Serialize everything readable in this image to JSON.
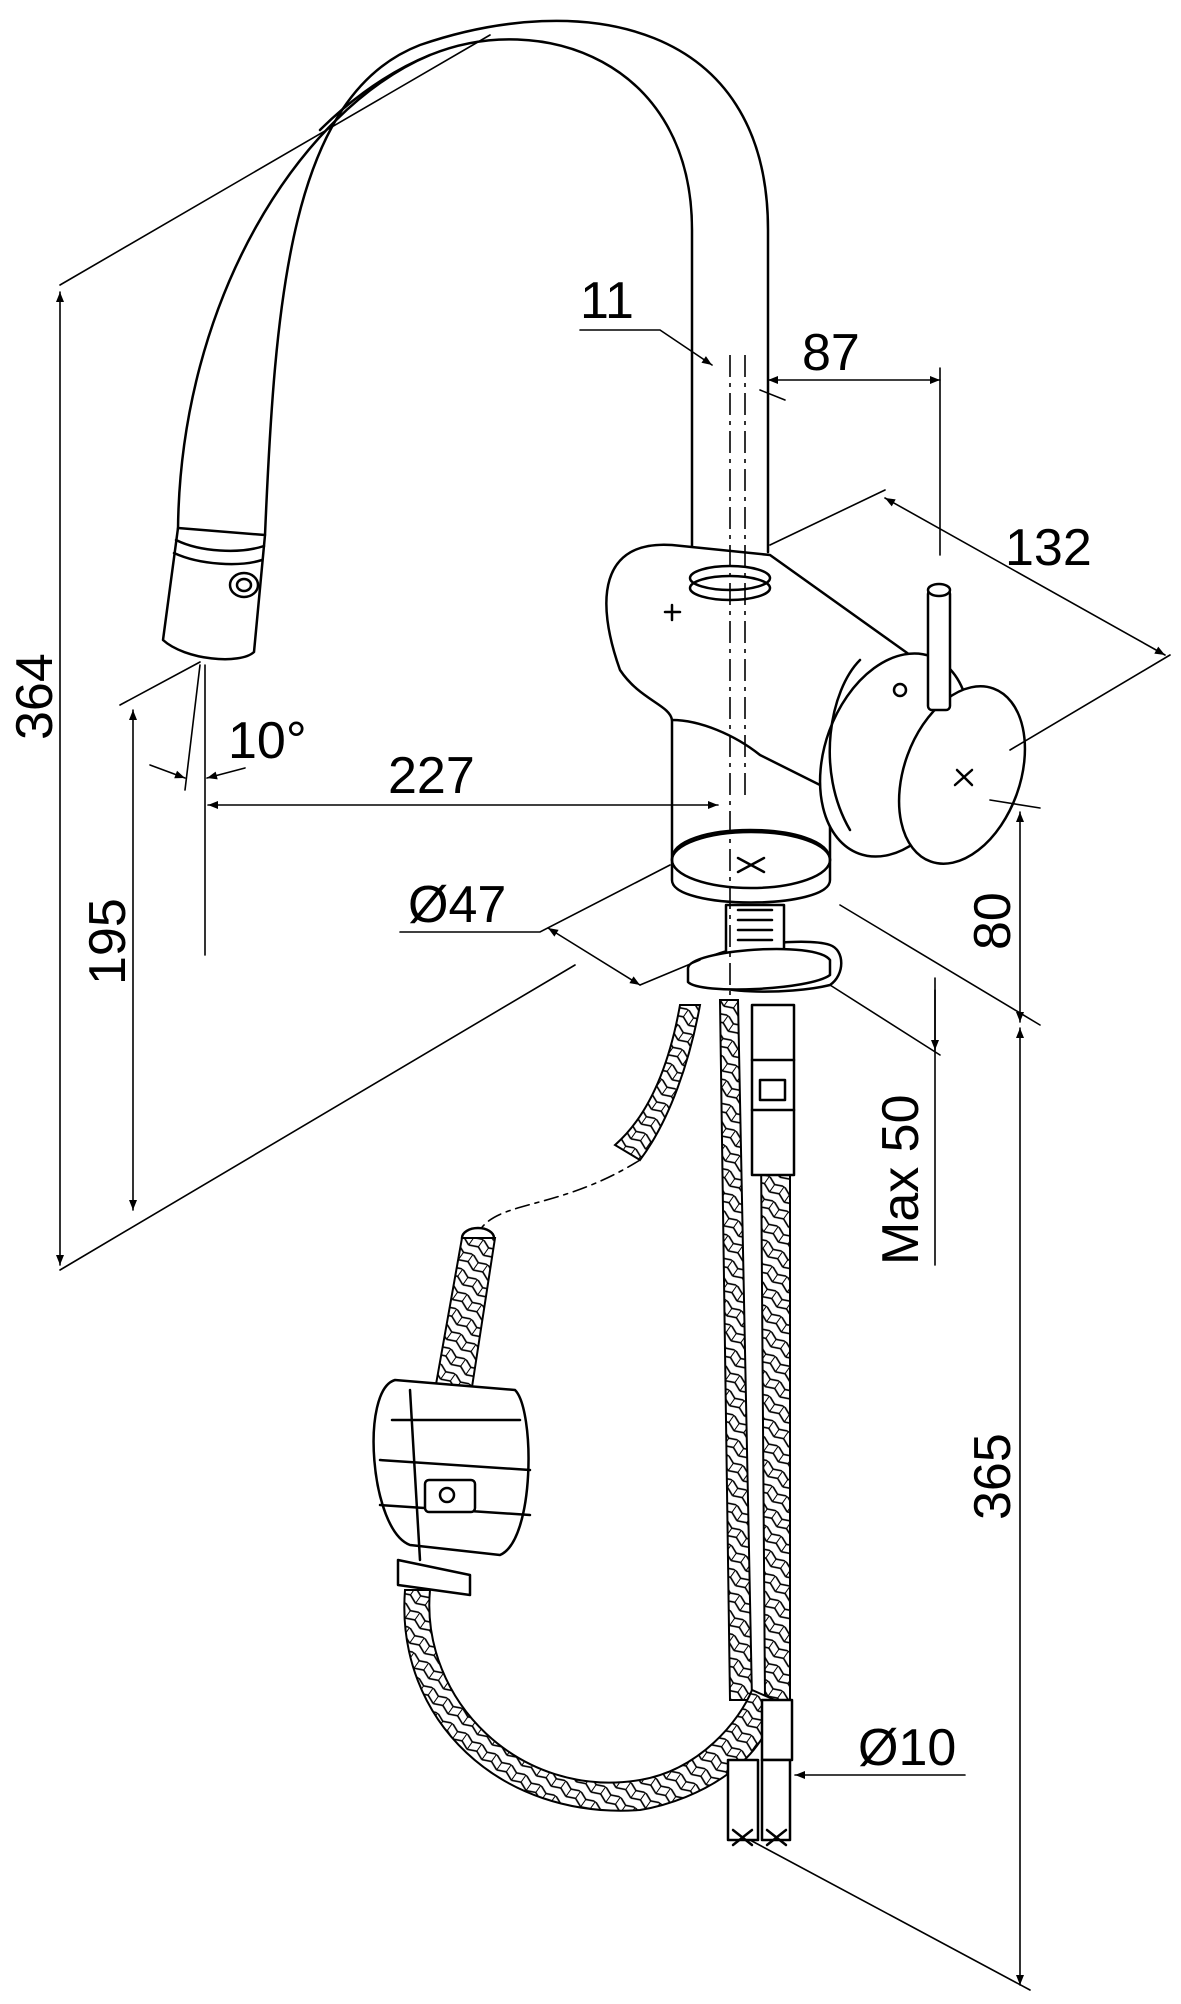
{
  "dimensions": {
    "d11": "11",
    "d87": "87",
    "d132": "132",
    "d364": "364",
    "d10deg": "10°",
    "d227": "227",
    "d195": "195",
    "dia47": "Ø47",
    "d80": "80",
    "max50": "Max 50",
    "d365": "365",
    "dia10": "Ø10"
  },
  "colors": {
    "line": "#000000",
    "background": "#ffffff"
  }
}
